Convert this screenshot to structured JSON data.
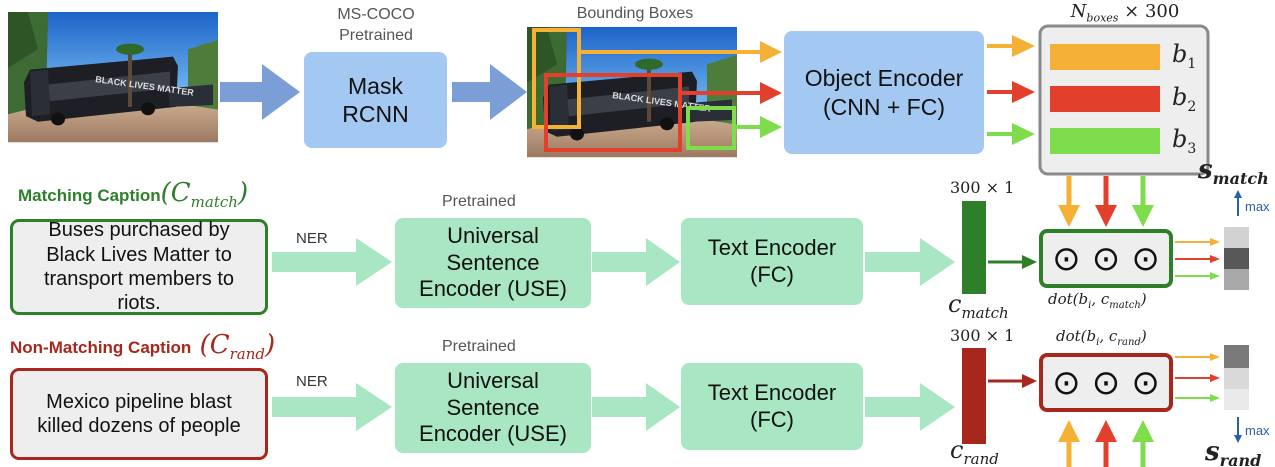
{
  "vision": {
    "pretrained_label": "MS-COCO\nPretrained",
    "mask_rcnn": "Mask\nRCNN",
    "bbox_label": "Bounding Boxes",
    "object_encoder": "Object Encoder\n(CNN + FC)",
    "feature_dims": "N",
    "feature_dims_sub": "boxes",
    "feature_dims_tail": " × 300",
    "features": [
      {
        "sym": "b",
        "sub": "1",
        "color": "#f5b135"
      },
      {
        "sym": "b",
        "sub": "2",
        "color": "#e2402c"
      },
      {
        "sym": "b",
        "sub": "3",
        "color": "#7fdc4c"
      }
    ]
  },
  "image_text": "BLACK LIVES MATTER",
  "matching": {
    "title": "Matching Caption",
    "sym": "C",
    "sym_sub": "match",
    "caption": "Buses purchased by Black Lives Matter to transport members to riots.",
    "ner": "NER",
    "pretrained": "Pretrained",
    "use": "Universal\nSentence\nEncoder (USE)",
    "text_encoder": "Text Encoder\n(FC)",
    "dim": "300 × 1",
    "vec": "c",
    "vec_sub": "match",
    "dot_text": "dot(b",
    "dot_sub_i": "i",
    "dot_mid": ", c",
    "dot_sub_c": "match",
    "dot_end": ")",
    "score": "s",
    "score_sub": "match",
    "max": "max",
    "color": "#2f7f2a"
  },
  "random": {
    "title": "Non-Matching Caption",
    "sym": "C",
    "sym_sub": "rand",
    "caption": "Mexico pipeline blast killed dozens of people",
    "ner": "NER",
    "pretrained": "Pretrained",
    "use": "Universal\nSentence\nEncoder (USE)",
    "text_encoder": "Text Encoder\n(FC)",
    "dim": "300 × 1",
    "vec": "c",
    "vec_sub": "rand",
    "dot_text": "dot(b",
    "dot_sub_i": "i",
    "dot_mid": ", c",
    "dot_sub_c": "rand",
    "dot_end": ")",
    "score": "s",
    "score_sub": "rand",
    "max": "max",
    "color": "#a8271d"
  },
  "dot_symbol": "⊙",
  "colors": {
    "arrow_blue": "#7b9ed6",
    "arrow_green": "#a8e6c4",
    "orange": "#f5b135",
    "red": "#e2402c",
    "lime": "#7fdc4c",
    "match_green": "#2f7f2a",
    "rand_red": "#a8271d"
  }
}
